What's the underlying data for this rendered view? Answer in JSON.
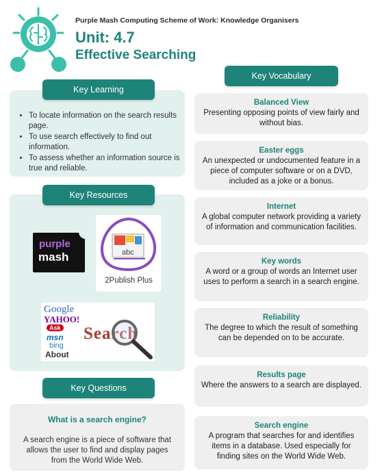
{
  "header": {
    "scheme": "Purple Mash Computing Scheme of Work: Knowledge Organisers",
    "unit": "Unit: 4.7",
    "title": "Effective Searching"
  },
  "key_learning": {
    "heading": "Key Learning",
    "items": [
      "To locate information on the search results page.",
      "To use search effectively to find out information.",
      "To assess whether an information source is true and reliable."
    ]
  },
  "key_resources": {
    "heading": "Key Resources",
    "purple_mash_logo": [
      "purple",
      "mash"
    ],
    "publish_label": "2Publish Plus",
    "publish_icon_text": "abc",
    "search_logos": [
      "Google",
      "YAHOO!",
      "Ask",
      "msn",
      "bing",
      "About"
    ],
    "search_word": "Search"
  },
  "key_questions": {
    "heading": "Key Questions",
    "question": "What is a search engine?",
    "answer": "A search engine is a piece of software that allows the user to find and display pages from the World Wide Web."
  },
  "key_vocabulary": {
    "heading": "Key Vocabulary",
    "items": [
      {
        "term": "Balanced View",
        "definition": "Presenting opposing points of view fairly and without bias."
      },
      {
        "term": "Easter eggs",
        "definition": "An unexpected or undocumented feature in a piece of computer software or on a DVD, included as a joke or a bonus."
      },
      {
        "term": "Internet",
        "definition": "A global computer network providing a variety of information and communication facilities."
      },
      {
        "term": "Key words",
        "definition": "A word or a group of words an Internet user uses to perform a search in a search engine."
      },
      {
        "term": "Reliability",
        "definition": "The degree to which the result of something can be depended on to be accurate."
      },
      {
        "term": "Results page",
        "definition": "Where the answers to a search are displayed."
      },
      {
        "term": "Search engine",
        "definition": "A program that searches for and identifies items in a database. Used especially for finding sites on the World Wide Web."
      }
    ]
  },
  "colors": {
    "accent": "#1e8479",
    "panel": "#e2f0ee",
    "card": "#efefef"
  }
}
